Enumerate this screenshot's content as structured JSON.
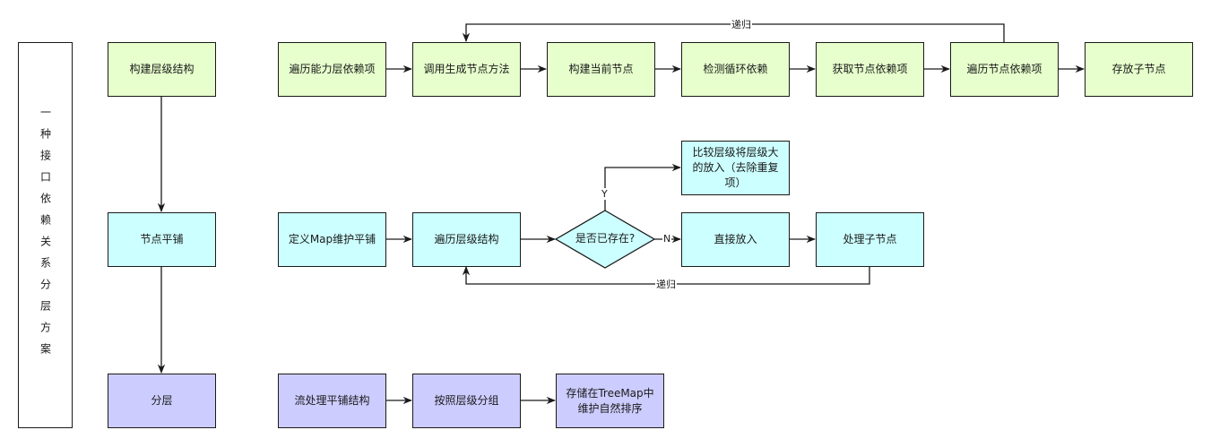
{
  "title": "一种接口依赖关系分层方案",
  "columns": {
    "build": "构建层级结构",
    "flatten": "节点平铺",
    "layer": "分层"
  },
  "row1": {
    "steps": [
      "遍历能力层依赖项",
      "调用生成节点方法",
      "构建当前节点",
      "检测循环依赖",
      "获取节点依赖项",
      "遍历节点依赖项",
      "存放子节点"
    ],
    "loop_label": "递归"
  },
  "row2": {
    "define_map": "定义Map维护平铺",
    "traverse": "遍历层级结构",
    "decision": "是否已存在?",
    "yes_label": "Y",
    "no_label": "N",
    "yes_action": "比较层级将层级大的放入（去除重复项）",
    "no_action": "直接放入",
    "process_children": "处理子节点",
    "loop_label": "递归"
  },
  "row3": {
    "steps": [
      "流处理平铺结构",
      "按照层级分组",
      "存储在TreeMap中维护自然排序"
    ]
  },
  "colors": {
    "green": "#e6ffcc",
    "cyan": "#ccffff",
    "purple": "#ccccff",
    "stroke": "#1a1a1a"
  }
}
